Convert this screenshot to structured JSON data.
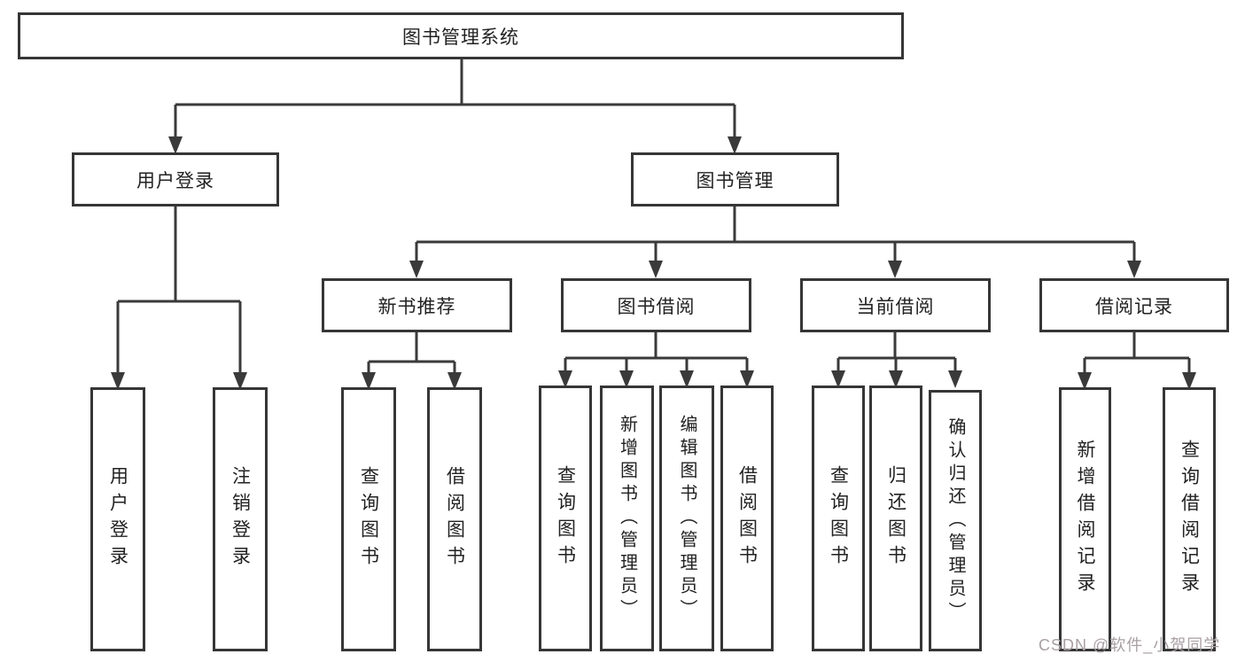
{
  "diagram_type": "tree",
  "colors": {
    "line": "#3a3a3a",
    "box_border": "#363636",
    "box_fill": "#ffffff",
    "text": "#222222",
    "background": "#ffffff",
    "watermark": "#a89fa4"
  },
  "watermark": {
    "text": "CSDN @软件_小贺同学"
  },
  "tree": {
    "root": {
      "label": "图书管理系统",
      "children": [
        {
          "label": "用户登录",
          "children": [
            {
              "label": "用户登录"
            },
            {
              "label": "注销登录"
            }
          ]
        },
        {
          "label": "图书管理",
          "children": [
            {
              "label": "新书推荐",
              "children": [
                {
                  "label": "查询图书"
                },
                {
                  "label": "借阅图书"
                }
              ]
            },
            {
              "label": "图书借阅",
              "children": [
                {
                  "label": "查询图书"
                },
                {
                  "label": "新增图书（管理员）"
                },
                {
                  "label": "编辑图书（管理员）"
                },
                {
                  "label": "借阅图书"
                }
              ]
            },
            {
              "label": "当前借阅",
              "children": [
                {
                  "label": "查询图书"
                },
                {
                  "label": "归还图书"
                },
                {
                  "label": "确认归还（管理员）"
                }
              ]
            },
            {
              "label": "借阅记录",
              "children": [
                {
                  "label": "新增借阅记录"
                },
                {
                  "label": "查询借阅记录"
                }
              ]
            }
          ]
        }
      ]
    }
  }
}
